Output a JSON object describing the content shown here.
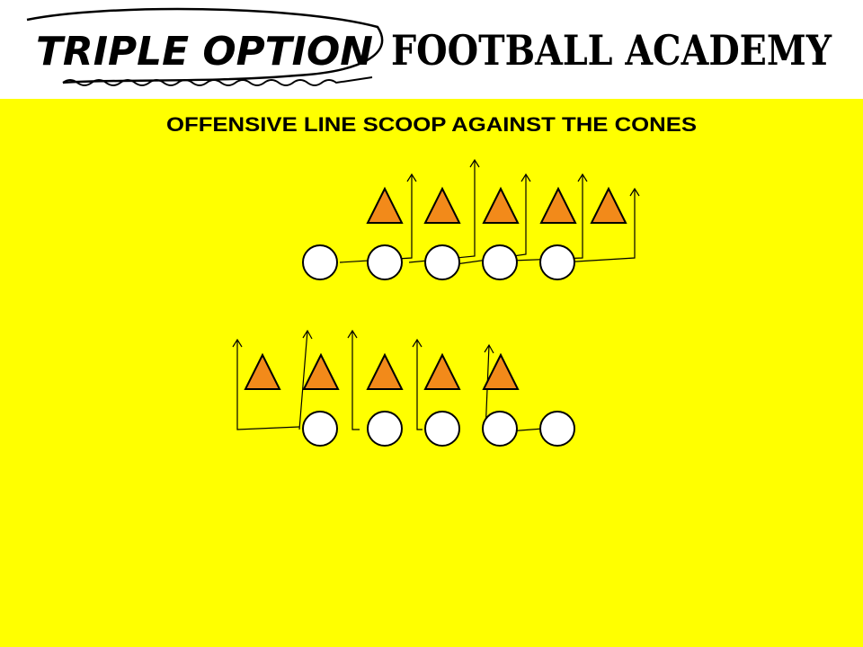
{
  "logo": {
    "part1": "TRIPLE OPTION",
    "part2": "FOOTBALL ACADEMY"
  },
  "title": "OFFENSIVE LINE SCOOP AGAINST THE CONES",
  "colors": {
    "field": "#ffff00",
    "cone": "#f28a1a",
    "lineman": "#ffffff",
    "stroke": "#000000"
  },
  "icons": {
    "cone": "cone-triangle-icon",
    "lineman": "offensive-lineman-circle-icon",
    "route": "scoop-route-arrow"
  },
  "formations": [
    {
      "name": "scoop-right",
      "cone_count": 5,
      "lineman_count": 5,
      "direction": "right"
    },
    {
      "name": "scoop-left",
      "cone_count": 5,
      "lineman_count": 5,
      "direction": "left"
    }
  ]
}
